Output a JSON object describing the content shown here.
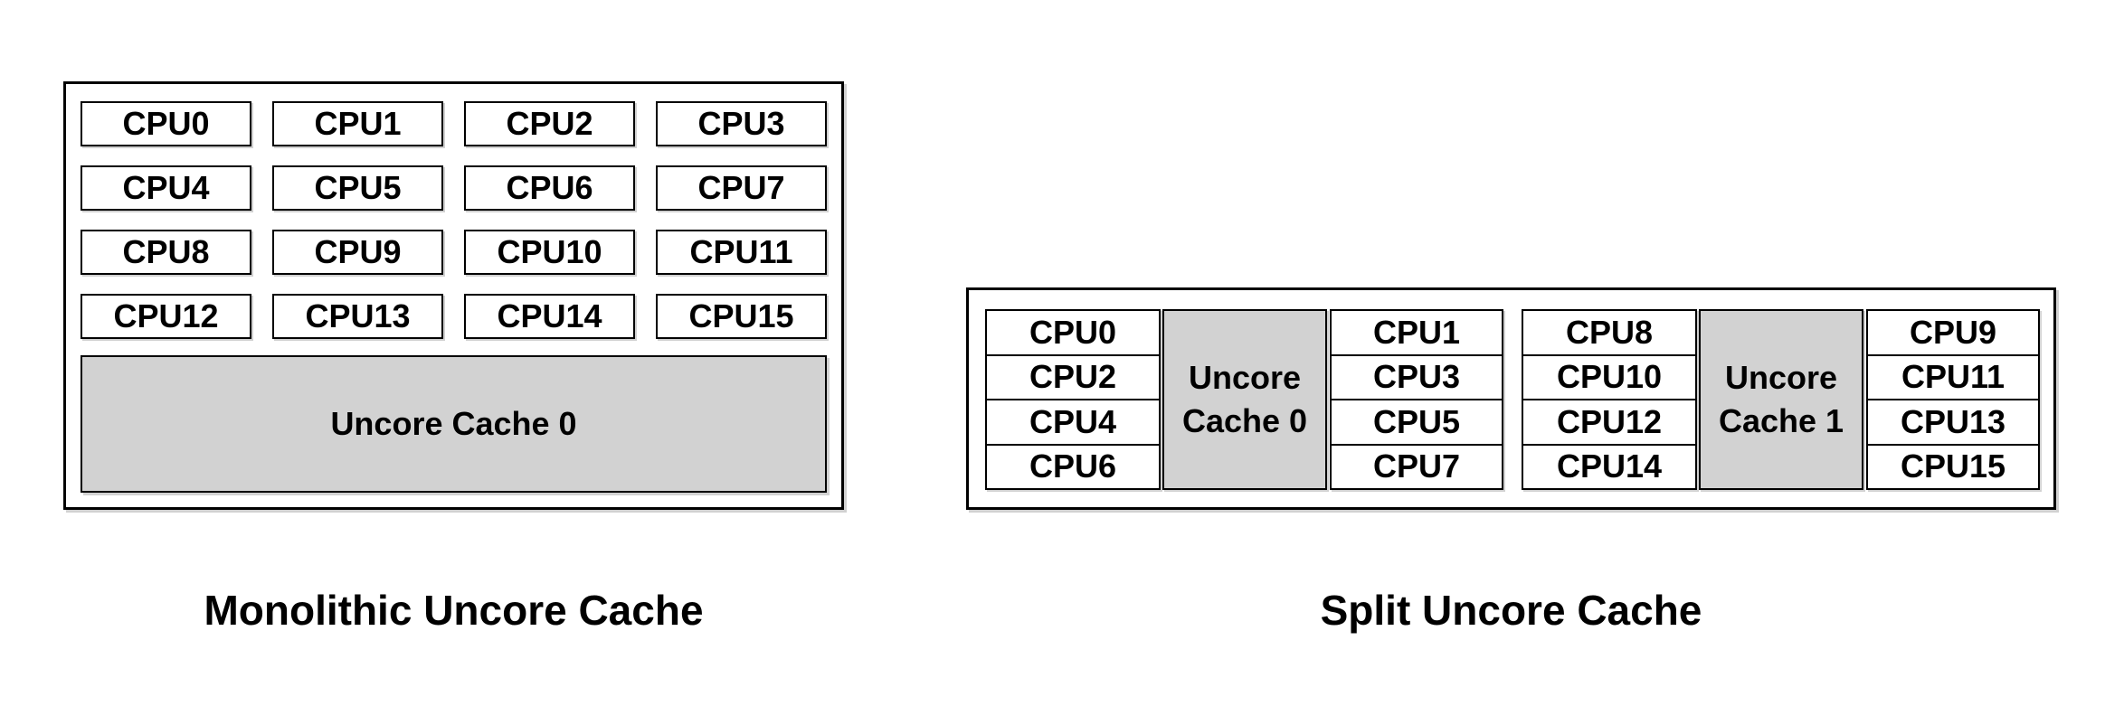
{
  "left_diagram": {
    "title": "Monolithic Uncore Cache",
    "cpus": [
      "CPU0",
      "CPU1",
      "CPU2",
      "CPU3",
      "CPU4",
      "CPU5",
      "CPU6",
      "CPU7",
      "CPU8",
      "CPU9",
      "CPU10",
      "CPU11",
      "CPU12",
      "CPU13",
      "CPU14",
      "CPU15"
    ],
    "cache_label": "Uncore Cache 0"
  },
  "right_diagram": {
    "title": "Split Uncore Cache",
    "clusters": [
      {
        "left_cpus": [
          "CPU0",
          "CPU2",
          "CPU4",
          "CPU6"
        ],
        "cache_label": "Uncore Cache 0",
        "right_cpus": [
          "CPU1",
          "CPU3",
          "CPU5",
          "CPU7"
        ]
      },
      {
        "left_cpus": [
          "CPU8",
          "CPU10",
          "CPU12",
          "CPU14"
        ],
        "cache_label": "Uncore Cache 1",
        "right_cpus": [
          "CPU9",
          "CPU11",
          "CPU13",
          "CPU15"
        ]
      }
    ]
  },
  "colors": {
    "cache_fill": "#d2d2d2",
    "border": "#000000",
    "text": "#000000",
    "background": "#ffffff"
  }
}
